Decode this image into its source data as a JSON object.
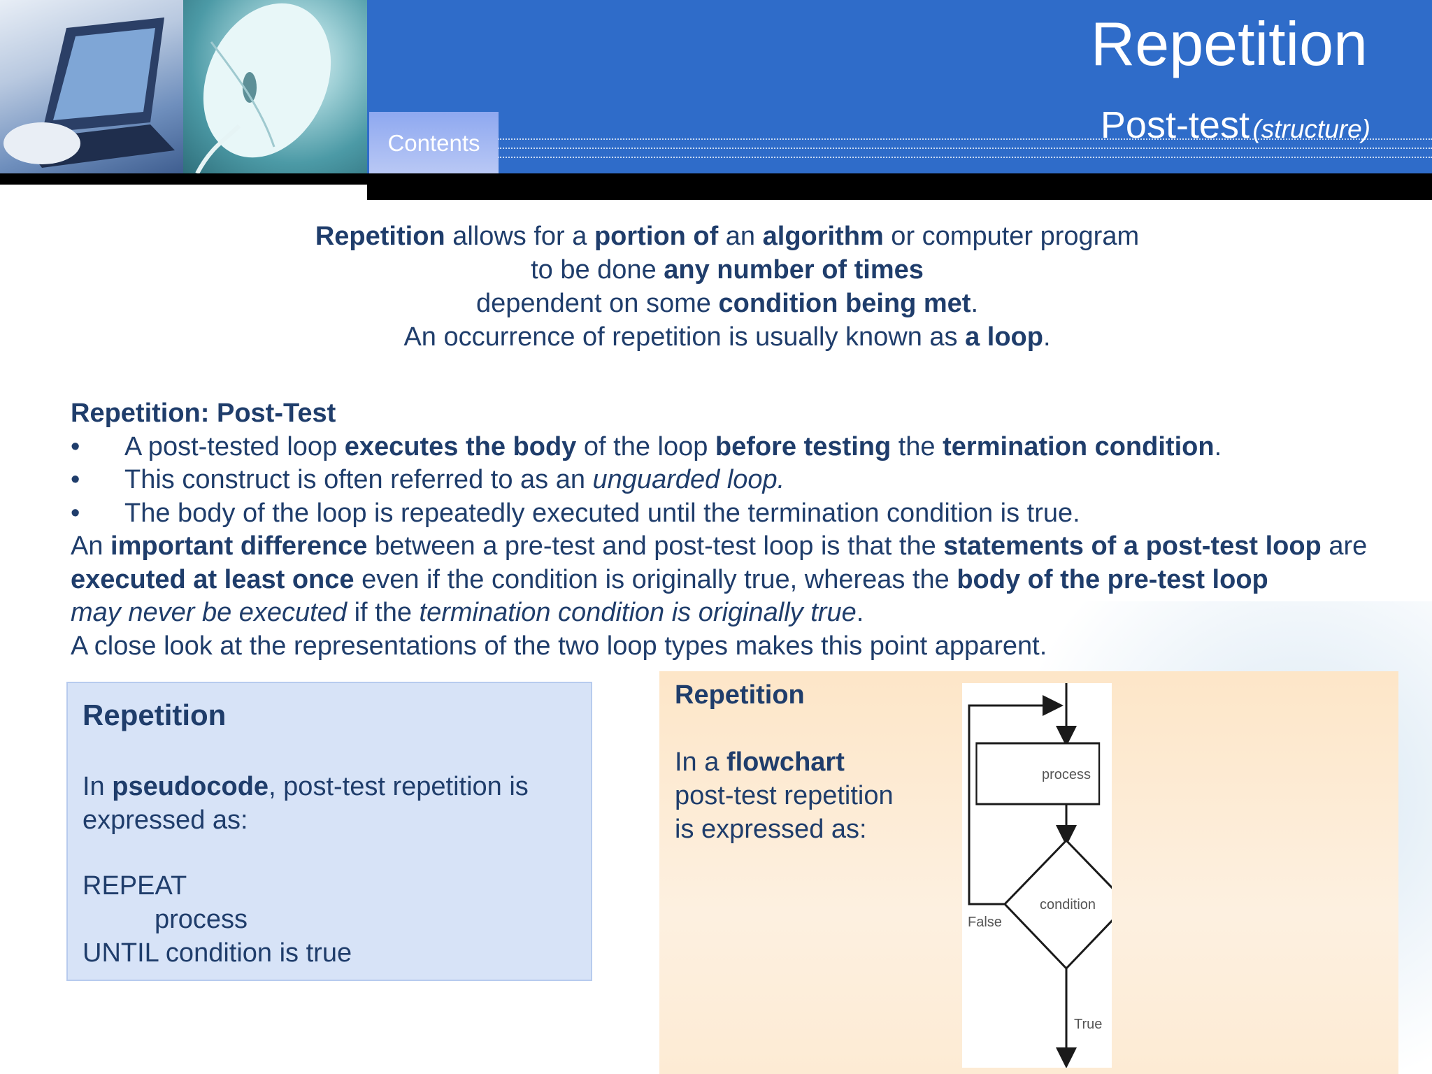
{
  "header": {
    "title": "Repetition",
    "subtitle": "Post-test",
    "subtitle_paren": "(structure)",
    "contents_tab": "Contents"
  },
  "intro": {
    "l1": {
      "b1": "Repetition",
      "t1": " allows for a ",
      "b2": "portion of",
      "t2": " an ",
      "b3": "algorithm",
      "t3": " or computer program"
    },
    "l2": {
      "t1": "to be done ",
      "b1": "any number of times"
    },
    "l3": {
      "t1": "dependent on some ",
      "b1": "condition being met",
      "t2": "."
    },
    "l4": {
      "t1": "An occurrence of repetition is usually known as ",
      "b1": "a loop",
      "t2": "."
    }
  },
  "section": {
    "heading": "Repetition: Post-Test",
    "bullet_symbol": "•",
    "bullet1": {
      "t1": "A post-tested loop ",
      "b1": "executes the body",
      "t2": " of the loop ",
      "b2": "before testing",
      "t3": " the ",
      "b3": "termination condition",
      "t4": "."
    },
    "bullet2": {
      "t1": "This construct is often referred to as an ",
      "i1": "unguarded loop."
    },
    "bullet3": {
      "t1": "The body of the loop is repeatedly executed until the termination condition is true."
    },
    "para": {
      "t1": "An ",
      "b1": "important difference",
      "t2": " between a pre-test and post-test loop is that the ",
      "b2": "statements of a post-test loop",
      "t3": " are ",
      "b3": "executed at least once",
      "t4": " even if the condition is originally true, whereas the ",
      "b4": "body of the pre-test loop",
      "i1": "may never be executed",
      "t5": " if the ",
      "i2": "termination condition is originally true",
      "t6": "."
    },
    "closing": "A close look at the representations of the two loop types makes this point apparent."
  },
  "pseudo_box": {
    "title": "Repetition",
    "desc": {
      "t1": "In ",
      "b1": "pseudocode",
      "t2": ", post-test repetition is expressed as:"
    },
    "code_line1": "REPEAT",
    "code_line2": "process",
    "code_line3": "UNTIL condition is true"
  },
  "flow_panel": {
    "title": "Repetition",
    "desc": {
      "t1": "In a ",
      "b1": "flowchart",
      "t2": "post-test repetition",
      "t3": "is expressed as:"
    },
    "diagram": {
      "process_label": "process",
      "condition_label": "condition",
      "false_label": "False",
      "true_label": "True"
    }
  },
  "colors": {
    "header_blue": "#2f6cc9",
    "text_navy": "#1f3d6b",
    "pseudo_box_bg": "#d7e3f7",
    "flow_panel_bg": "#fde6c8"
  }
}
